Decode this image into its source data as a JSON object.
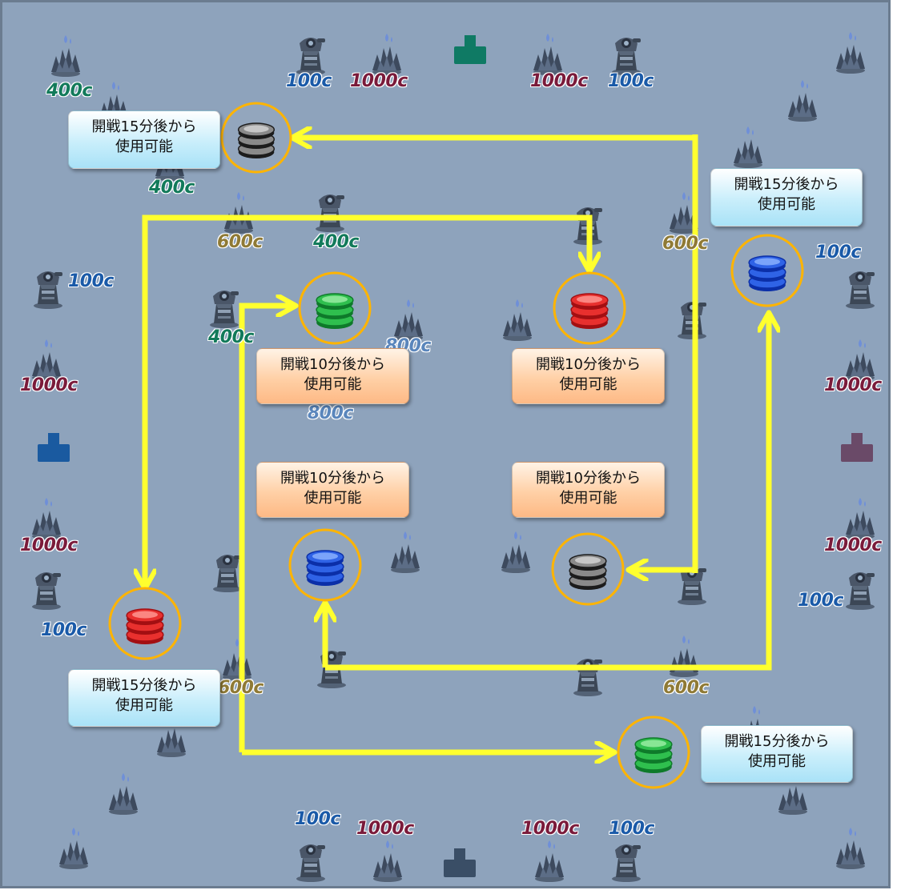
{
  "colors": {
    "background": "#8ea3bc",
    "border": "#6b7c90",
    "route_arrow": "#ffff2e",
    "orb_ring": "#ffb400",
    "callout_blue": "#c9eefb",
    "callout_orange": "#ffd0a6",
    "cost_100": "#1a5aa8",
    "cost_400": "#127a5a",
    "cost_600": "#8f7a35",
    "cost_800": "#5a86bc",
    "cost_1000": "#7a1a3a",
    "base_top": "#0f7a64",
    "base_left": "#1a5aa0",
    "base_right": "#6a4a68",
    "base_bottom": "#3a4e66"
  },
  "icons": {
    "tower": "guard-tower-icon",
    "crystal": "crystal-spire-icon",
    "base": "team-base-icon",
    "orb": "orb-stack-icon"
  },
  "callouts": [
    {
      "id": "top-left",
      "line1": "開戦15分後から",
      "line2": "使用可能",
      "style": "blue"
    },
    {
      "id": "top-right",
      "line1": "開戦15分後から",
      "line2": "使用可能",
      "style": "blue"
    },
    {
      "id": "center-upper-left",
      "line1": "開戦10分後から",
      "line2": "使用可能",
      "style": "orange"
    },
    {
      "id": "center-upper-right",
      "line1": "開戦10分後から",
      "line2": "使用可能",
      "style": "orange"
    },
    {
      "id": "center-lower-left",
      "line1": "開戦10分後から",
      "line2": "使用可能",
      "style": "orange"
    },
    {
      "id": "center-lower-right",
      "line1": "開戦10分後から",
      "line2": "使用可能",
      "style": "orange"
    },
    {
      "id": "bottom-left",
      "line1": "開戦15分後から",
      "line2": "使用可能",
      "style": "blue"
    },
    {
      "id": "bottom-right",
      "line1": "開戦15分後から",
      "line2": "使用可能",
      "style": "blue"
    }
  ],
  "orbs": [
    {
      "id": "top-left",
      "color": "gray"
    },
    {
      "id": "right",
      "color": "blue"
    },
    {
      "id": "center-upper-left",
      "color": "green"
    },
    {
      "id": "center-upper-right",
      "color": "red"
    },
    {
      "id": "center-lower-left",
      "color": "blue"
    },
    {
      "id": "center-lower-right",
      "color": "gray"
    },
    {
      "id": "left",
      "color": "red"
    },
    {
      "id": "bottom-right",
      "color": "green"
    }
  ],
  "cost_labels": [
    {
      "text": "400c",
      "tier": "400"
    },
    {
      "text": "100c",
      "tier": "100"
    },
    {
      "text": "1000c",
      "tier": "1000"
    },
    {
      "text": "1000c",
      "tier": "1000"
    },
    {
      "text": "100c",
      "tier": "100"
    },
    {
      "text": "400c",
      "tier": "400"
    },
    {
      "text": "600c",
      "tier": "600"
    },
    {
      "text": "400c",
      "tier": "400"
    },
    {
      "text": "600c",
      "tier": "600"
    },
    {
      "text": "100c",
      "tier": "100"
    },
    {
      "text": "100c",
      "tier": "100"
    },
    {
      "text": "400c",
      "tier": "400"
    },
    {
      "text": "800c",
      "tier": "800"
    },
    {
      "text": "1000c",
      "tier": "1000"
    },
    {
      "text": "1000c",
      "tier": "1000"
    },
    {
      "text": "800c",
      "tier": "800"
    },
    {
      "text": "1000c",
      "tier": "1000"
    },
    {
      "text": "1000c",
      "tier": "1000"
    },
    {
      "text": "100c",
      "tier": "100"
    },
    {
      "text": "100c",
      "tier": "100"
    },
    {
      "text": "600c",
      "tier": "600"
    },
    {
      "text": "600c",
      "tier": "600"
    },
    {
      "text": "100c",
      "tier": "100"
    },
    {
      "text": "1000c",
      "tier": "1000"
    },
    {
      "text": "1000c",
      "tier": "1000"
    },
    {
      "text": "100c",
      "tier": "100"
    }
  ]
}
